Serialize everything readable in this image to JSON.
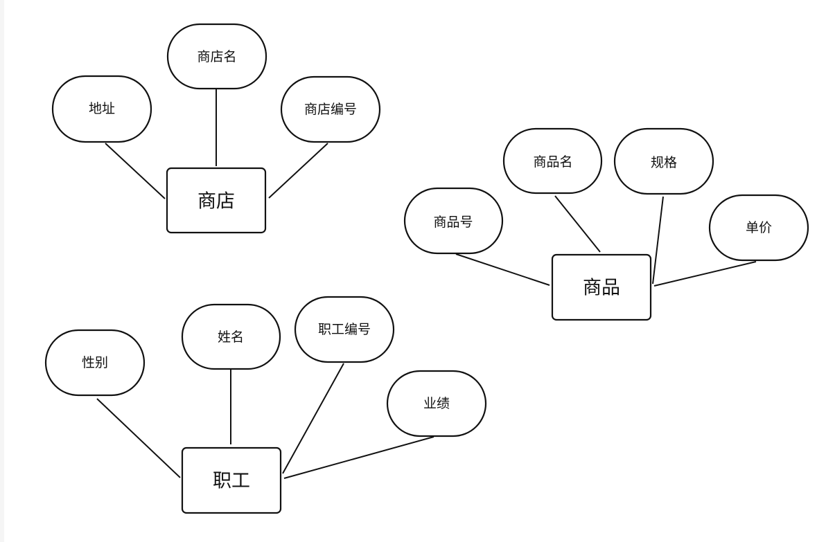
{
  "diagram": {
    "entities": {
      "shop": {
        "label": "商店",
        "attributes": {
          "address": "地址",
          "shop_name": "商店名",
          "shop_id": "商店编号"
        }
      },
      "product": {
        "label": "商品",
        "attributes": {
          "product_no": "商品号",
          "product_name": "商品名",
          "spec": "规格",
          "unit_price": "单价"
        }
      },
      "employee": {
        "label": "职工",
        "attributes": {
          "gender": "性别",
          "name": "姓名",
          "employee_id": "职工编号",
          "performance": "业绩"
        }
      }
    },
    "colors": {
      "stroke": "#111111",
      "fill": "#ffffff",
      "background": "#ffffff"
    }
  }
}
